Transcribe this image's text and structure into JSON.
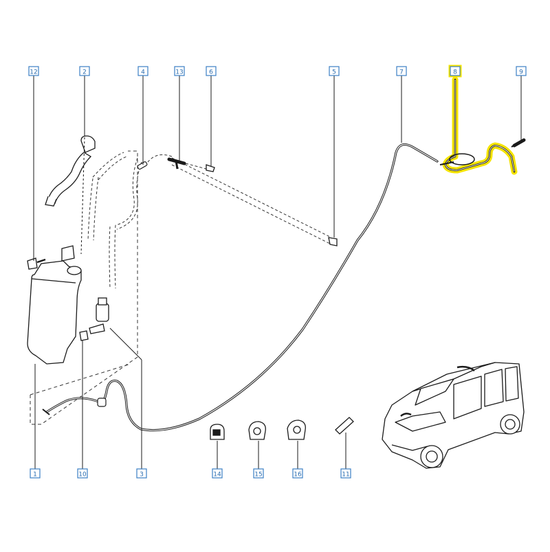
{
  "colors": {
    "label_blue": "#3b7fc4",
    "line": "#1a1a1a",
    "highlight": "#f5e400"
  },
  "callouts": {
    "c12": "12",
    "c2": "2",
    "c4": "4",
    "c13": "13",
    "c6": "6",
    "c5": "5",
    "c7": "7",
    "c8": "8",
    "c9": "9",
    "c1": "1",
    "c10": "10",
    "c3": "3",
    "c14": "14",
    "c15": "15",
    "c16": "16",
    "c11": "11"
  },
  "highlighted_part": "8"
}
